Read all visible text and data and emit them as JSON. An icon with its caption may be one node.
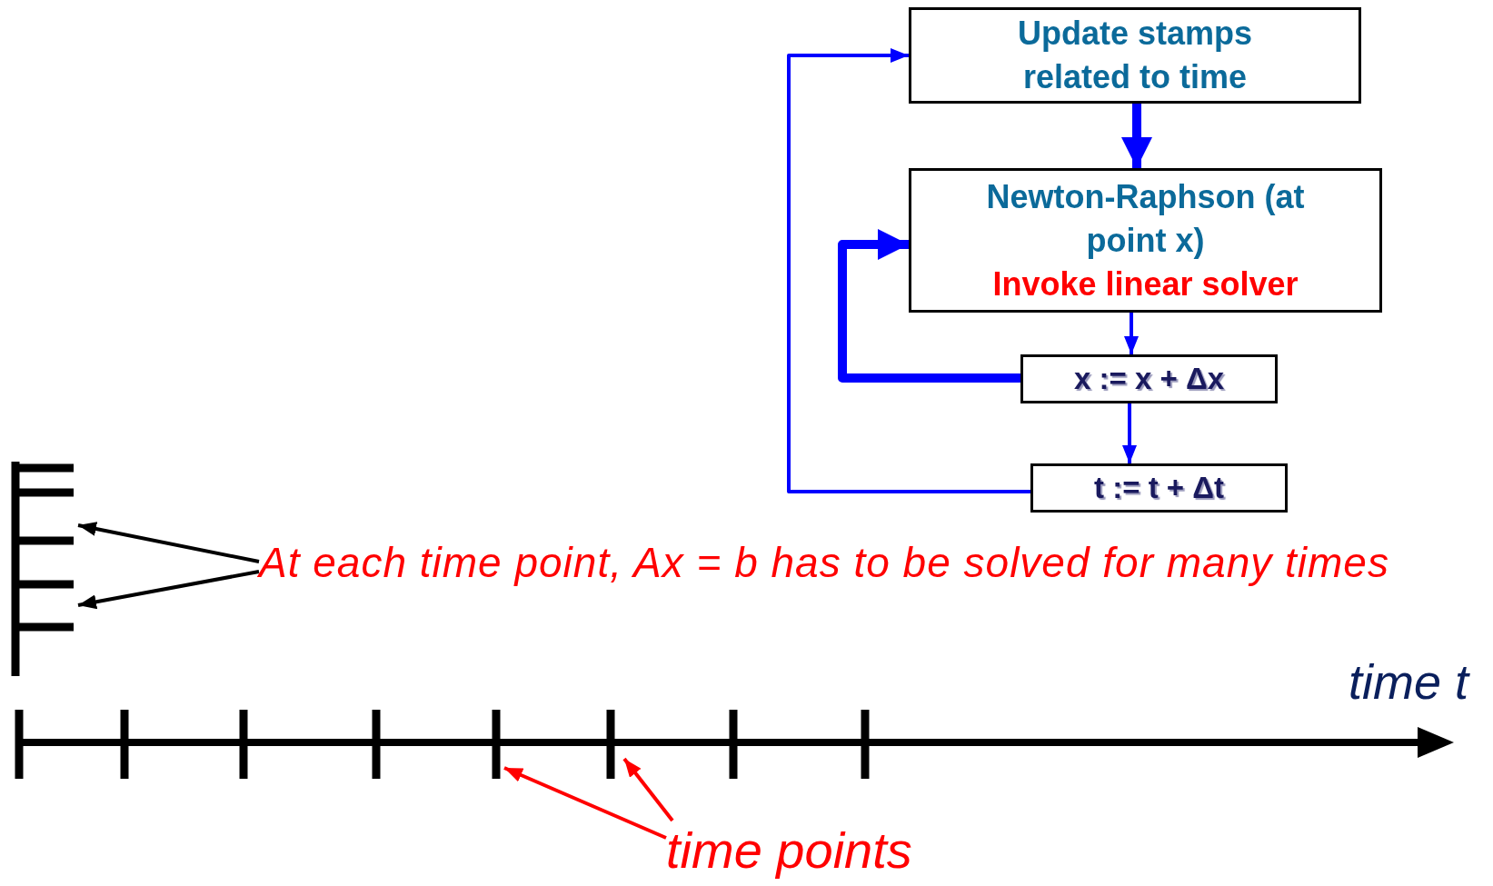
{
  "diagram": {
    "nodes": [
      {
        "text": [
          "Update stamps related to time"
        ]
      },
      {
        "text": [
          "Newton-Raphson (at point x)",
          "Invoke linear solver"
        ]
      },
      {
        "text": [
          "x := x + Δx"
        ]
      },
      {
        "text": [
          "t := t + Δt"
        ]
      },
      {
        "text": [
          "At each time point, Ax = b has to be solved for many times"
        ]
      },
      {
        "text": [
          "time points"
        ]
      },
      {
        "text": [],
        "shape": "picture"
      }
    ],
    "edges": [
      {
        "from": 0,
        "to": 1,
        "arrow": "to",
        "style": "thick"
      },
      {
        "from": 1,
        "to": 2,
        "arrow": "to"
      },
      {
        "from": 2,
        "to": 3,
        "arrow": "to"
      },
      {
        "from": 2,
        "to": 1,
        "arrow": "to",
        "style": "thick"
      },
      {
        "from": 3,
        "to": 0,
        "arrow": "to"
      },
      {
        "from": 4,
        "to": 6,
        "arrow": "to",
        "color": "#000000"
      },
      {
        "from": 4,
        "to": 6,
        "arrow": "to",
        "color": "#000000"
      },
      {
        "from": 5,
        "to": null,
        "arrow": "to",
        "color": "#ff0000"
      },
      {
        "from": 5,
        "to": null,
        "arrow": "to",
        "color": "#ff0000"
      }
    ],
    "labels": [
      "time t"
    ]
  }
}
